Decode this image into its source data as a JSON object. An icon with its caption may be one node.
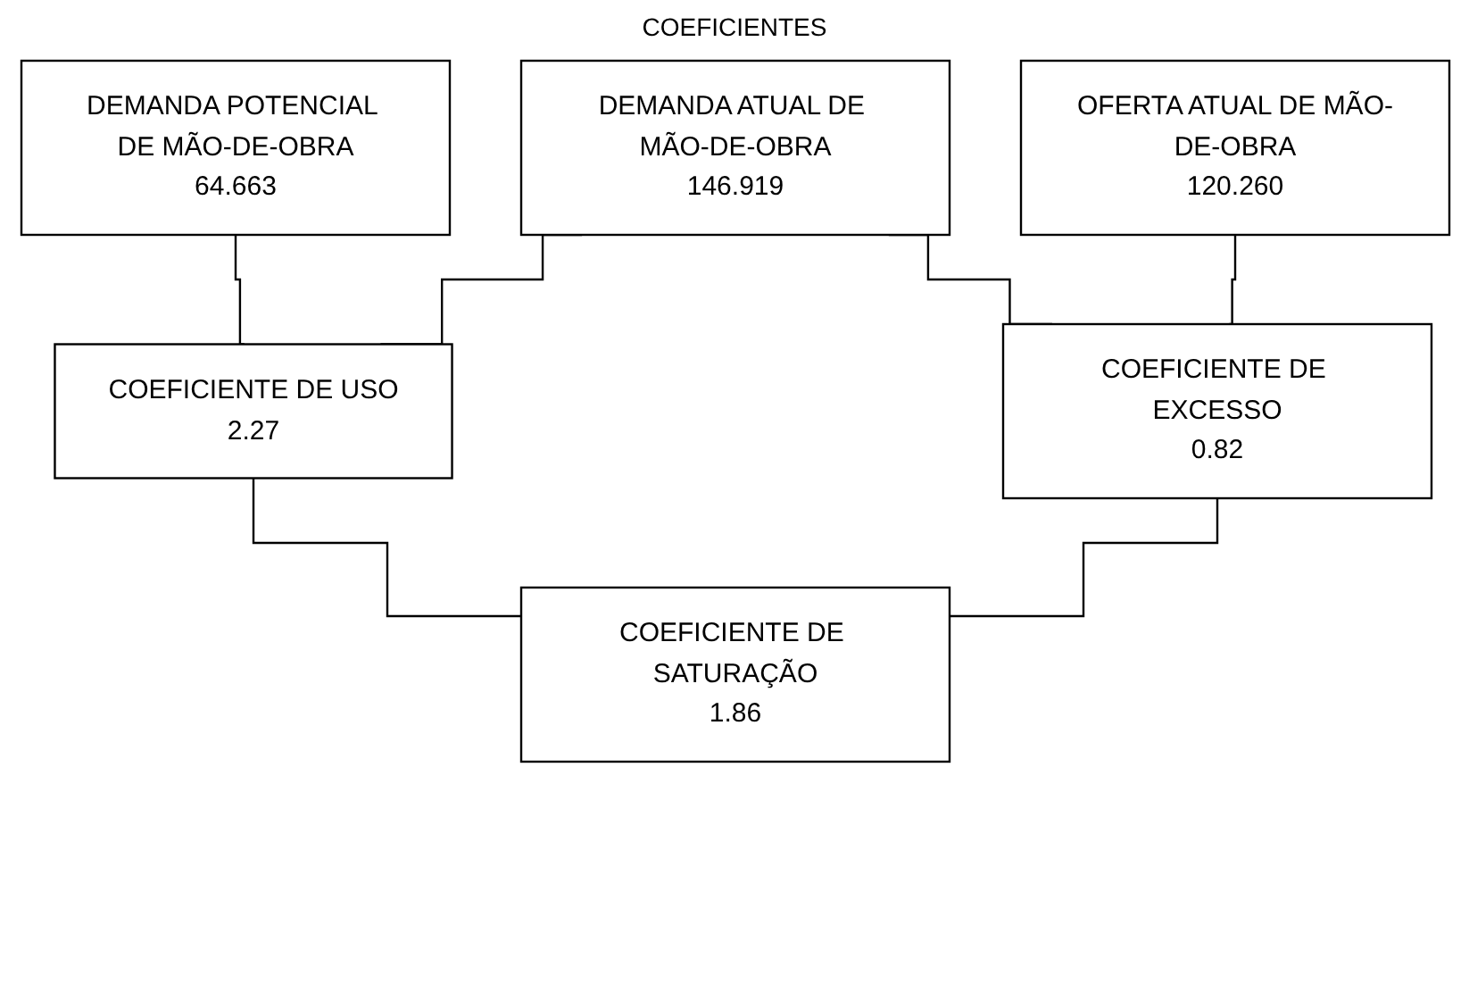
{
  "diagram": {
    "title": "COEFICIENTES",
    "nodes": [
      {
        "text": [
          "DEMANDA POTENCIAL DE MÃO-DE-OBRA",
          "64.663"
        ]
      },
      {
        "text": [
          "DEMANDA ATUAL DE MÃO-DE-OBRA",
          "146.919"
        ]
      },
      {
        "text": [
          "OFERTA ATUAL DE MÃO-DE-OBRA",
          "120.260"
        ]
      },
      {
        "text": [
          "COEFICIENTE DE USO",
          "2.27"
        ]
      },
      {
        "text": [
          "COEFICIENTE DE EXCESSO",
          "0.82"
        ]
      },
      {
        "text": [
          "COEFICIENTE DE SATURAÇÃO",
          "1.86"
        ]
      }
    ],
    "edges": [
      {
        "from": 0,
        "to": 3,
        "arrow": "none"
      },
      {
        "from": 1,
        "to": 3,
        "arrow": "none"
      },
      {
        "from": 1,
        "to": 4,
        "arrow": "none"
      },
      {
        "from": 2,
        "to": 4,
        "arrow": "none"
      },
      {
        "from": 3,
        "to": 5,
        "arrow": "none"
      },
      {
        "from": 4,
        "to": 5,
        "arrow": "none"
      }
    ]
  }
}
